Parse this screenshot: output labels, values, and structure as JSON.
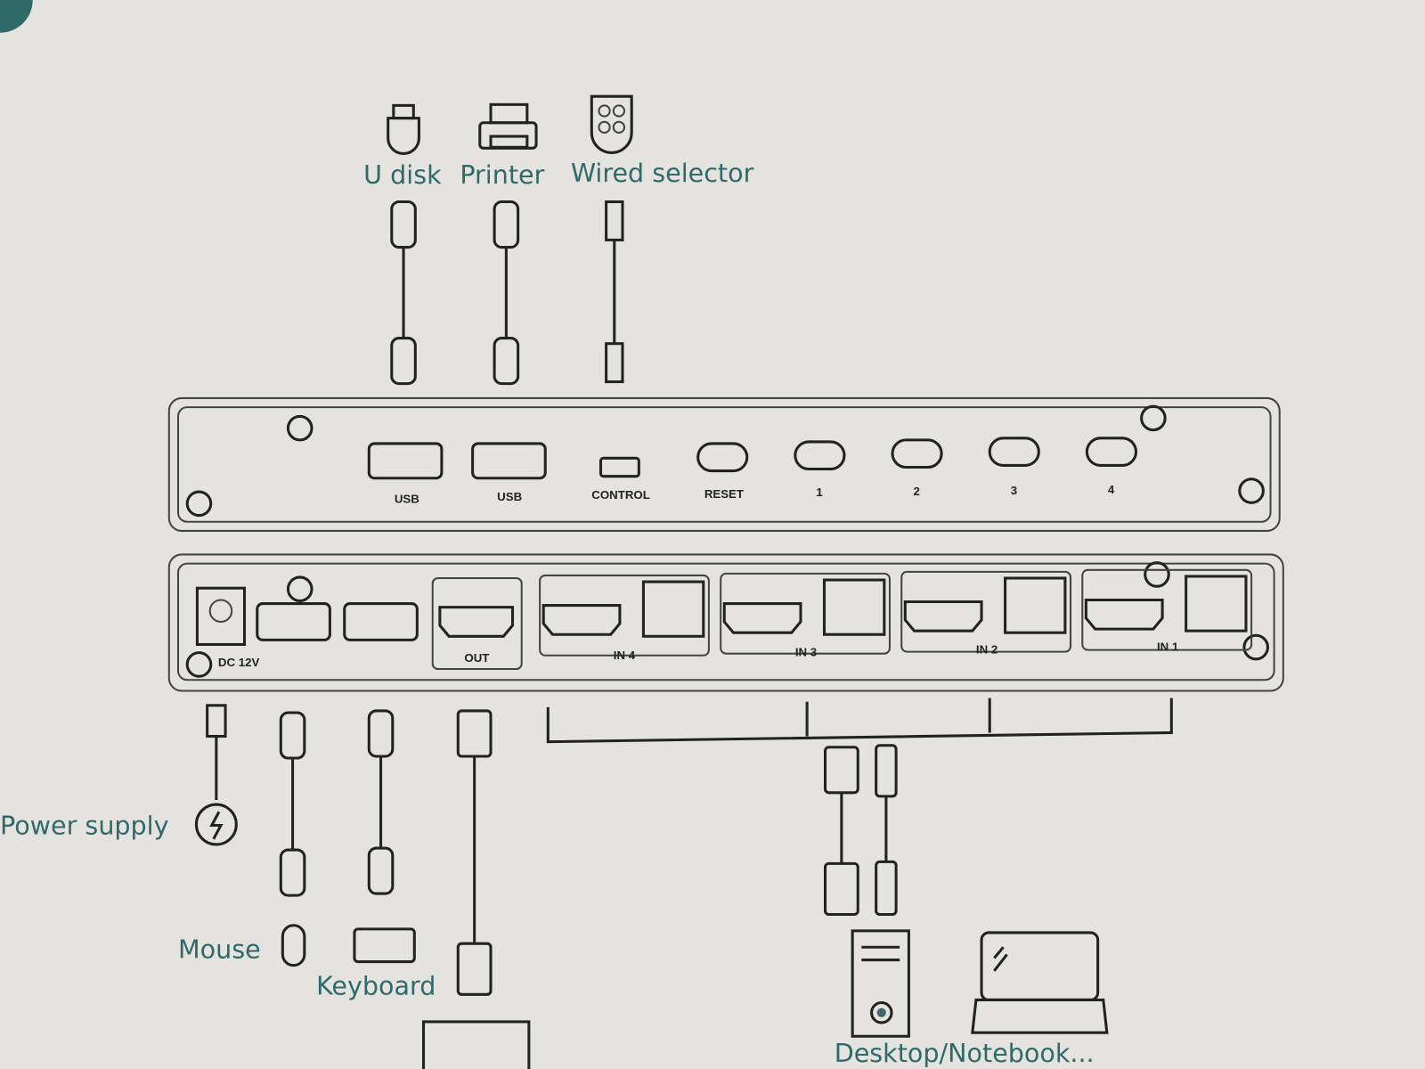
{
  "title": "KVM switch connection diagram",
  "top_devices": [
    {
      "label": "U disk",
      "icon": "usb-drive-icon"
    },
    {
      "label": "Printer",
      "icon": "printer-icon"
    },
    {
      "label": "Wired selector",
      "icon": "wired-selector-icon"
    }
  ],
  "front_panel": {
    "ports": [
      "USB",
      "USB",
      "CONTROL"
    ],
    "buttons": [
      "RESET",
      "1",
      "2",
      "3",
      "4"
    ]
  },
  "rear_panel": {
    "power": "DC 12V",
    "out": "OUT",
    "inputs": [
      "IN 4",
      "IN 3",
      "IN 2",
      "IN 1"
    ]
  },
  "bottom_devices": {
    "power": "Power supply",
    "mouse": "Mouse",
    "keyboard": "Keyboard",
    "computers": "Desktop/Notebook..."
  },
  "colors": {
    "accent": "#2f6a68",
    "background": "#e4e3df",
    "line": "#222222"
  }
}
